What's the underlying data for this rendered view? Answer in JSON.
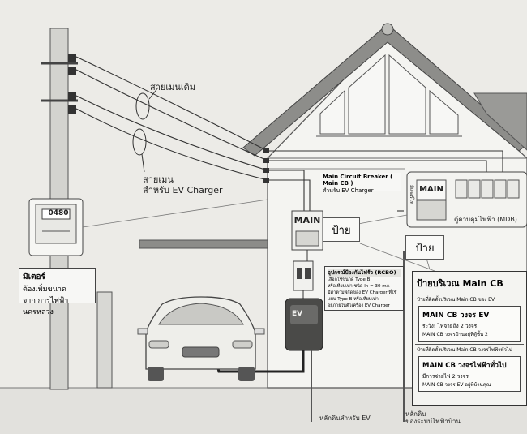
{
  "labels": {
    "existing_wire": "สายเมนเดิม",
    "ev_wire_line1": "สายเมน",
    "ev_wire_line2": "สำหรับ EV Charger",
    "meter_digits": "0480",
    "meter_note_title": "มิเตอร์",
    "meter_note_line1": "ต้องเพิ่มขนาด",
    "meter_note_line2": "จาก การไฟฟ้านครหลวง",
    "main_cb_callout_line1": "Main Circuit Breaker ( Main CB )",
    "main_cb_callout_line2": "สำหรับ EV Charger",
    "main_box": "MAIN",
    "mdb_main": "MAIN",
    "mdb_side": "มิเตอร์ไฟ",
    "mdb_caption": "ตู้ควบคุมไฟฟ้า (MDB)",
    "sign_small": "ป้าย",
    "sign_large": "ป้าย",
    "rcbo_title": "อุปกรณ์ป้องกันไฟรั่ว (RCBO)",
    "rcbo_line1": "เลือกใช้ขนาด Type B",
    "rcbo_line2": "หรือเทียบเท่า ชนิด In = 30 mA",
    "rcbo_line3": "มีค่าตามพิกัดของ EV Charger ที่ใช้",
    "rcbo_line4": "แบบ Type B หรือเทียบเท่า",
    "rcbo_line5": "อยู่ภายในตัวเครื่อง EV Charger",
    "charger_label": "EV",
    "ground_ev": "หลักดินสำหรับ EV",
    "ground_main_line1": "หลักดิน",
    "ground_main_line2": "ของระบบไฟฟ้าบ้าน"
  },
  "panel": {
    "title": "ป้ายบริเวณ Main CB",
    "sec1_header": "ป้ายที่ติดตั้งบริเวณ Main CB ของ EV",
    "sec1_title": "MAIN CB วงจร EV",
    "sec1_line1": "ระวัง!  ไฟจ่ายถึง 2 วงจร",
    "sec1_line2": "MAIN CB วงจรบ้านอยู่ที่ตู้ชั้น 2",
    "sec2_header": "ป้ายที่ติดตั้งบริเวณ Main CB วงจรไฟฟ้าทั่วไป",
    "sec2_title": "MAIN CB วงจรไฟฟ้าทั่วไป",
    "sec2_line1": "มีการจ่ายไฟ 2 วงจร",
    "sec2_line2": "MAIN CB วงจร EV อยู่ที่บ้านคุณ"
  },
  "colors": {
    "ink": "#2a2a2a",
    "paper": "#ecebe7",
    "roof": "#8d8d8a",
    "wall": "#f4f4f1"
  }
}
